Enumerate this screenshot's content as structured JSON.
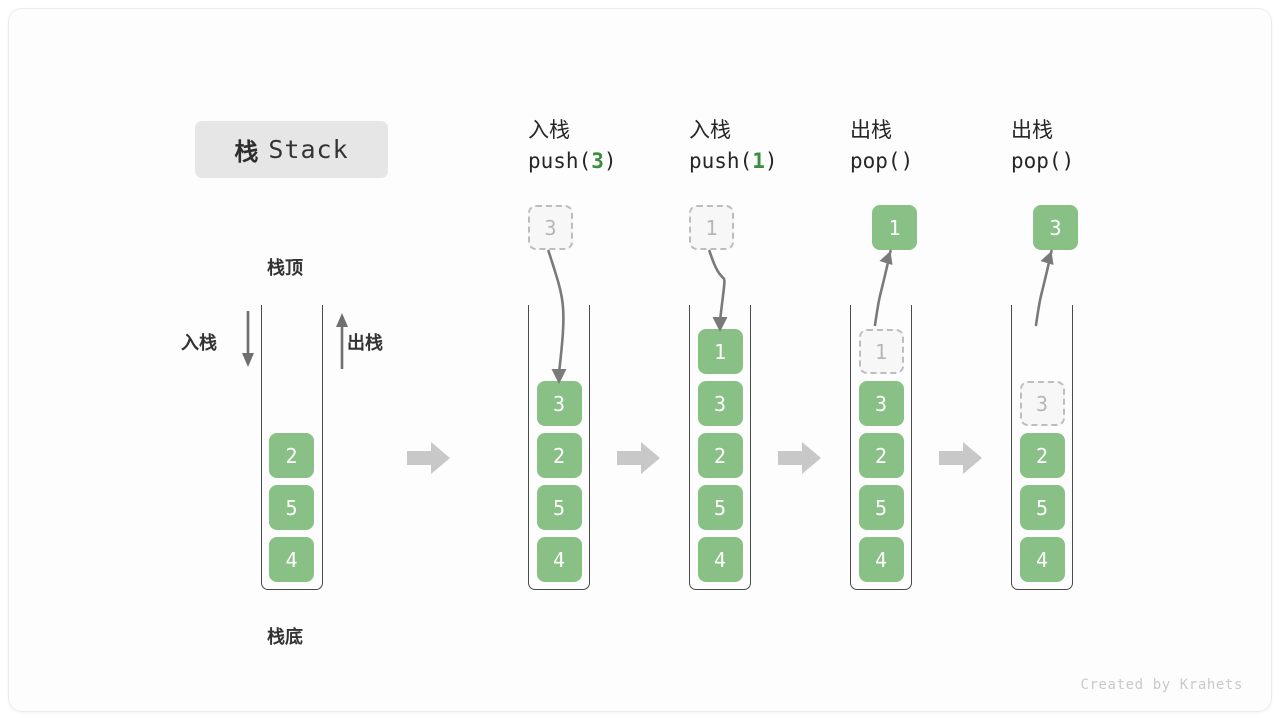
{
  "card": {
    "title_cn": "栈",
    "title_en": "Stack",
    "footer": "Created by Krahets"
  },
  "colors": {
    "element_green": "#89c085",
    "accent_green": "#3b8d3f",
    "ghost_fill": "#f7f7f7",
    "ghost_border": "#bdbdbd",
    "frame_stroke": "#4a4a4a",
    "arrow_gray": "#7a7a7a",
    "block_arrow": "#c8c8c8",
    "badge_bg": "#e6e6e6",
    "text_dark": "#2e2e2e"
  },
  "overview": {
    "top_label": "栈顶",
    "bottom_label": "栈底",
    "push_label": "入栈",
    "pop_label": "出栈",
    "elements": [
      "2",
      "5",
      "4"
    ]
  },
  "steps": [
    {
      "op_cn": "入栈",
      "op_code_prefix": "push(",
      "op_code_arg": "3",
      "op_code_suffix": ")",
      "floating": {
        "value": "3",
        "style": "ghost"
      },
      "arrow": "down-into-stack",
      "stack": [
        {
          "value": "3",
          "style": "solid"
        },
        {
          "value": "2",
          "style": "solid"
        },
        {
          "value": "5",
          "style": "solid"
        },
        {
          "value": "4",
          "style": "solid"
        }
      ]
    },
    {
      "op_cn": "入栈",
      "op_code_prefix": "push(",
      "op_code_arg": "1",
      "op_code_suffix": ")",
      "floating": {
        "value": "1",
        "style": "ghost"
      },
      "arrow": "down-into-stack",
      "stack": [
        {
          "value": "1",
          "style": "solid"
        },
        {
          "value": "3",
          "style": "solid"
        },
        {
          "value": "2",
          "style": "solid"
        },
        {
          "value": "5",
          "style": "solid"
        },
        {
          "value": "4",
          "style": "solid"
        }
      ]
    },
    {
      "op_cn": "出栈",
      "op_code_prefix": "pop(",
      "op_code_arg": "",
      "op_code_suffix": ")",
      "floating": {
        "value": "1",
        "style": "solid"
      },
      "arrow": "up-out-of-stack",
      "stack": [
        {
          "value": "1",
          "style": "ghost"
        },
        {
          "value": "3",
          "style": "solid"
        },
        {
          "value": "2",
          "style": "solid"
        },
        {
          "value": "5",
          "style": "solid"
        },
        {
          "value": "4",
          "style": "solid"
        }
      ]
    },
    {
      "op_cn": "出栈",
      "op_code_prefix": "pop(",
      "op_code_arg": "",
      "op_code_suffix": ")",
      "floating": {
        "value": "3",
        "style": "solid"
      },
      "arrow": "up-out-of-stack",
      "stack": [
        {
          "value": "",
          "style": "empty"
        },
        {
          "value": "3",
          "style": "ghost"
        },
        {
          "value": "2",
          "style": "solid"
        },
        {
          "value": "5",
          "style": "solid"
        },
        {
          "value": "4",
          "style": "solid"
        }
      ]
    }
  ],
  "separators": [
    "→",
    "→",
    "→",
    "→"
  ]
}
